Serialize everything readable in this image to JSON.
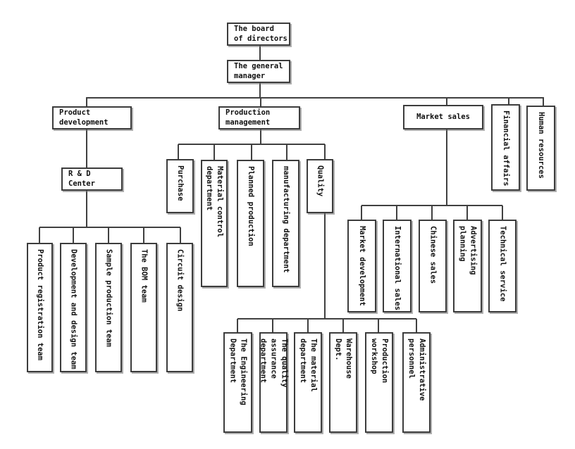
{
  "diagram_type": "organization-chart",
  "colors": {
    "background": "#ffffff",
    "box_fill": "#ffffff",
    "box_border": "#3c3c3c",
    "connector_line": "#404040",
    "text": "#101010"
  },
  "nodes": {
    "board": "The board\nof directors",
    "general_manager": "The general\nmanager",
    "product_development": "Product\ndevelopment",
    "production_management": "Production\nmanagement",
    "market_sales": "Market sales",
    "financial_affairs": "Financial affairs",
    "human_resources": "Human resources",
    "rd_center": "R & D\nCenter",
    "purchase": "Purchase",
    "material_control": "Material control department",
    "planned_production": "Planned production",
    "manufacturing": "manufacturing department",
    "quality": "Quality",
    "product_registration_team": "Product registration team",
    "development_design_team": "Development and design team",
    "sample_production_team": "Sample production team",
    "bom_team": "The BOM team",
    "circuit_design": "Circuit design",
    "market_development": "Market development",
    "international_sales": "International sales",
    "chinese_sales": "Chinese sales",
    "advertising_planning": "Advertising planning",
    "technical_service": "Technical service",
    "engineering_department": "The Engineering\nDepartment",
    "quality_assurance": "The quality assurance\ndepartment",
    "material_department": "The material\ndepartment",
    "warehouse": "Warehouse\nDept.",
    "production_workshop": "Production\nworkshop",
    "administrative_personnel": "Administrative\npersonnel"
  }
}
